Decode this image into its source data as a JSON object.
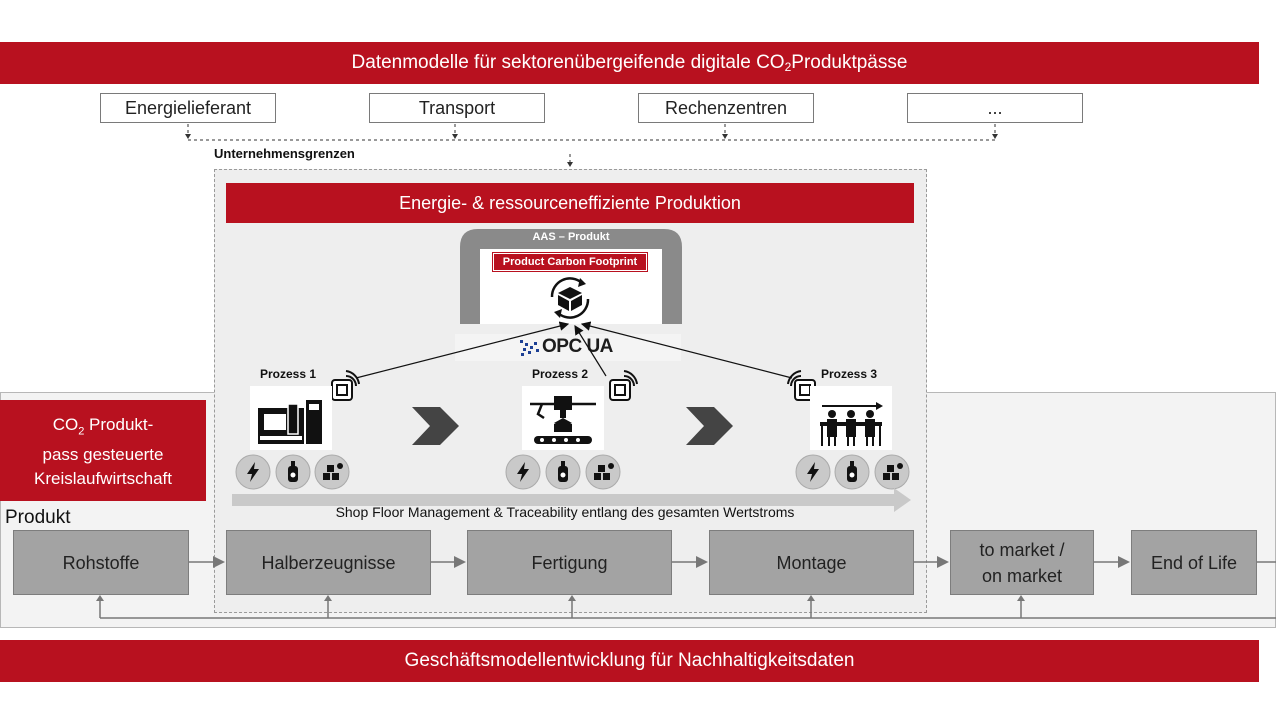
{
  "top_banner": {
    "text": "Datenmodelle für sektorenübergeifende  digitale CO",
    "sub": "2",
    "suffix": " Produktpässe"
  },
  "sectors": [
    "Energielieferant",
    "Transport",
    "Rechenzentren",
    "..."
  ],
  "boundary_label": "Unternehmensgrenzen",
  "company_banner": "Energie- & ressourceneffiziente  Produktion",
  "aas": {
    "title": "AAS – Produkt",
    "pcf_label": "Product Carbon Footprint"
  },
  "opcua_label": "OPC UA",
  "processes": [
    "Prozess 1",
    "Prozess 2",
    "Prozess 3"
  ],
  "flow_text": "Shop Floor Management & Traceability entlang des gesamten Wertstroms",
  "left_box": {
    "line1_prefix": "CO",
    "line1_sub": "2",
    "line1_suffix": " Produkt-",
    "line2": "pass gesteuerte",
    "line3": "Kreislaufwirtschaft"
  },
  "product_label": "Produkt",
  "stages": [
    {
      "label": "Rohstoffe"
    },
    {
      "label": "Halberzeugnisse"
    },
    {
      "label": "Fertigung"
    },
    {
      "label": "Montage"
    },
    {
      "label_line1": "to market /",
      "label_line2": "on market"
    },
    {
      "label": "End of Life"
    }
  ],
  "bottom_banner": "Geschäftsmodellentwicklung  für Nachhaltigkeitsdaten",
  "colors": {
    "accent_red": "#b8111f",
    "stage_grey": "#a3a3a3",
    "frame_grey": "#8a8a8a"
  }
}
